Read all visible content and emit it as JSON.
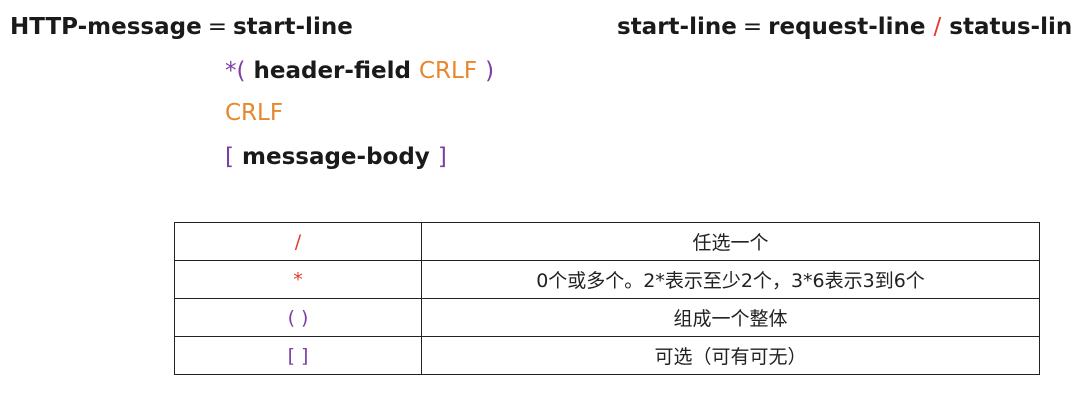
{
  "grammar": {
    "lhs": "HTTP-message",
    "eq": "=",
    "line1_rule": "start-line",
    "line2_star": "*",
    "line2_open": "(",
    "line2_rule": "header-field",
    "line2_crlf": "CRLF",
    "line2_close": ")",
    "line3_crlf": "CRLF",
    "line4_open": "[",
    "line4_rule": "message-body",
    "line4_close": "]"
  },
  "start_line_def": {
    "lhs": "start-line",
    "eq": "=",
    "opt1": "request-line",
    "sep": "/",
    "opt2": "status-line"
  },
  "legend": {
    "rows": [
      {
        "symbol": "/",
        "meaning": "任选一个"
      },
      {
        "symbol": "*",
        "meaning": "0个或多个。2*表示至少2个，3*6表示3到6个"
      },
      {
        "symbol": "( )",
        "meaning": "组成一个整体"
      },
      {
        "symbol": "[ ]",
        "meaning": "可选（可有可无）"
      }
    ]
  },
  "colors": {
    "text": "#1a1a1a",
    "purple": "#7b3fa6",
    "orange": "#e8862c",
    "red": "#e23a2a"
  }
}
